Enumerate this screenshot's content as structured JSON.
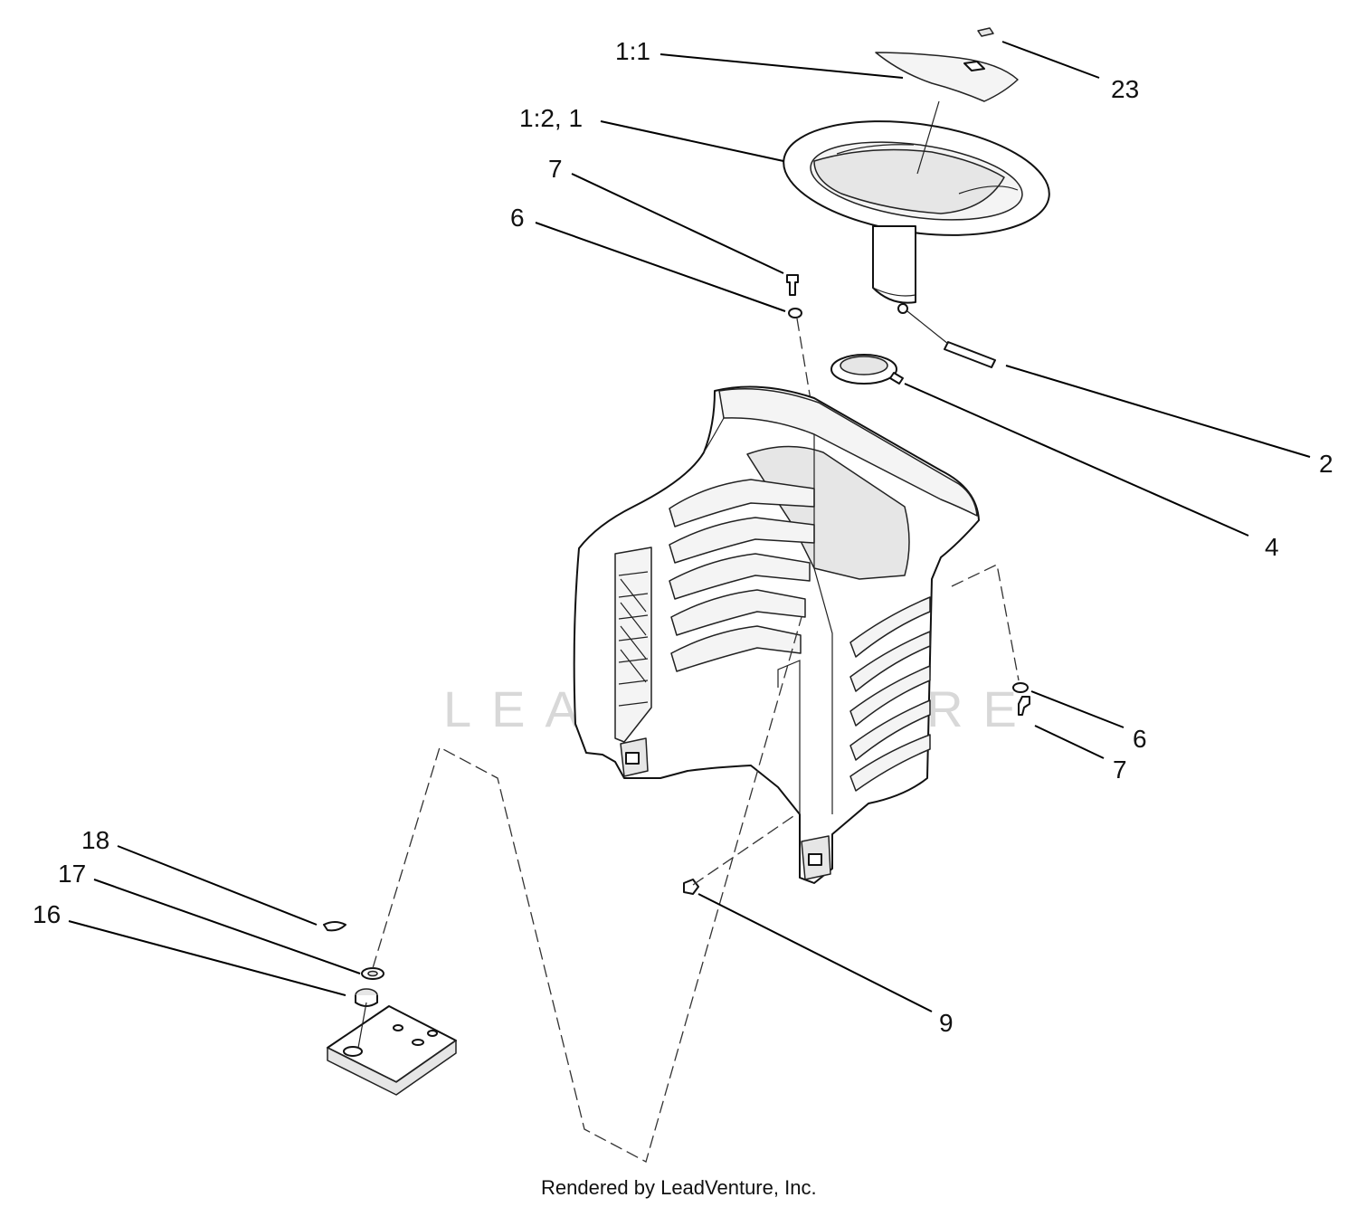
{
  "callouts": {
    "c_1_1": "1:1",
    "c_23": "23",
    "c_1_2": "1:2, 1",
    "c_7_top": "7",
    "c_6_top": "6",
    "c_2": "2",
    "c_4": "4",
    "c_6_right": "6",
    "c_7_right": "7",
    "c_18": "18",
    "c_17": "17",
    "c_16": "16",
    "c_9": "9"
  },
  "watermark": "LEADVENTURE",
  "footer": "Rendered by LeadVenture, Inc."
}
